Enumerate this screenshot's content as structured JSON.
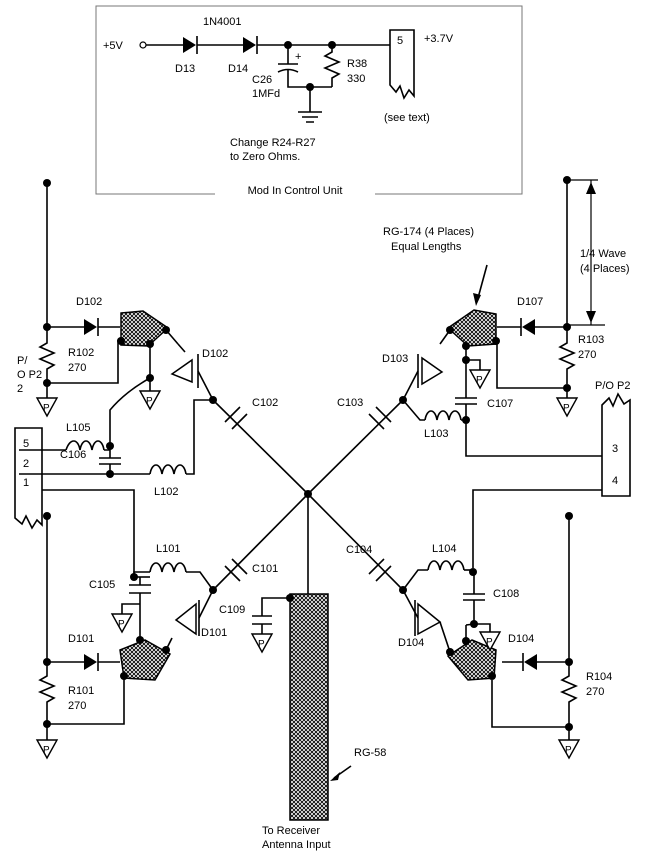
{
  "box": {
    "v5": "+5V",
    "diode_type": "1N4001",
    "d13": "D13",
    "d14": "D14",
    "plus": "+",
    "c26": "C26",
    "c26_val": "1MFd",
    "r38": "R38",
    "r38_val": "330",
    "pin5": "5",
    "v37": "+3.7V",
    "see_text": "(see text)",
    "note1": "Change R24-R27",
    "note2": "to Zero Ohms.",
    "caption": "Mod In Control Unit"
  },
  "labels": {
    "rg174_1": "RG-174 (4 Places)",
    "rg174_2": "Equal Lengths",
    "qw1": "1/4 Wave",
    "qw2": "(4 Places)",
    "d102a": "D102",
    "d102b": "D102",
    "r102": "R102",
    "r102_val": "270",
    "pop2_1": "P/",
    "pop2_2": "O P2",
    "pop2_3": "2",
    "l105": "L105",
    "c106": "C106",
    "l102": "L102",
    "c102": "C102",
    "conn_5": "5",
    "conn_2": "2",
    "conn_1": "1",
    "d107": "D107",
    "d103": "D103",
    "r103": "R103",
    "r103_val": "270",
    "c103": "C103",
    "c107": "C107",
    "l103": "L103",
    "po_p2": "P/O P2",
    "conn_3": "3",
    "conn_4": "4",
    "l101": "L101",
    "c101": "C101",
    "c105": "C105",
    "c109": "C109",
    "d101a": "D101",
    "d101b": "D101",
    "r101": "R101",
    "r101_val": "270",
    "c104": "C104",
    "l104": "L104",
    "c108": "C108",
    "d104a": "D104",
    "d104b": "D104",
    "r104": "R104",
    "r104_val": "270",
    "rg58": "RG-58",
    "to_receiver": "To Receiver",
    "antenna_input": "Antenna Input",
    "p": "P"
  }
}
